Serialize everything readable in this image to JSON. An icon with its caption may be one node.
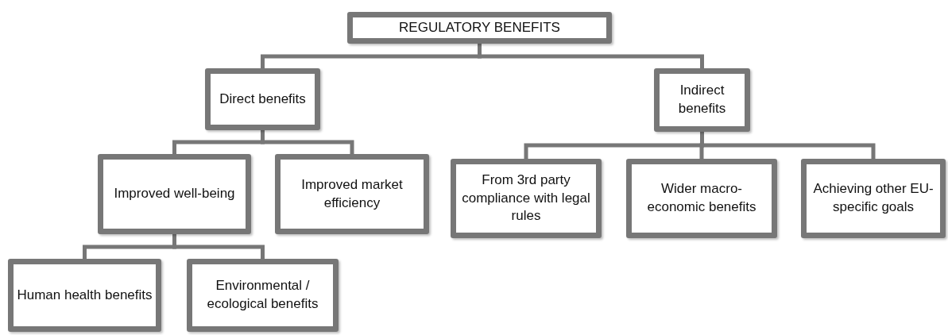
{
  "diagram": {
    "nodes": [
      {
        "text": [
          "REGULATORY BENEFITS"
        ]
      },
      {
        "text": [
          "Direct benefits"
        ]
      },
      {
        "text": [
          "Indirect benefits"
        ]
      },
      {
        "text": [
          "Improved well-being"
        ]
      },
      {
        "text": [
          "Improved market efficiency"
        ]
      },
      {
        "text": [
          "From 3rd party compliance with legal rules"
        ]
      },
      {
        "text": [
          "Wider macro-economic benefits"
        ]
      },
      {
        "text": [
          "Achieving other EU-specific goals"
        ]
      },
      {
        "text": [
          "Human health benefits"
        ]
      },
      {
        "text": [
          "Environmental / ecological benefits"
        ]
      }
    ],
    "edges": [
      {
        "from": 0,
        "to": 1,
        "arrow": "none"
      },
      {
        "from": 0,
        "to": 2,
        "arrow": "none"
      },
      {
        "from": 1,
        "to": 3,
        "arrow": "none"
      },
      {
        "from": 1,
        "to": 4,
        "arrow": "none"
      },
      {
        "from": 2,
        "to": 5,
        "arrow": "none"
      },
      {
        "from": 2,
        "to": 6,
        "arrow": "none"
      },
      {
        "from": 2,
        "to": 7,
        "arrow": "none"
      },
      {
        "from": 3,
        "to": 8,
        "arrow": "none"
      },
      {
        "from": 3,
        "to": 9,
        "arrow": "none"
      }
    ]
  }
}
